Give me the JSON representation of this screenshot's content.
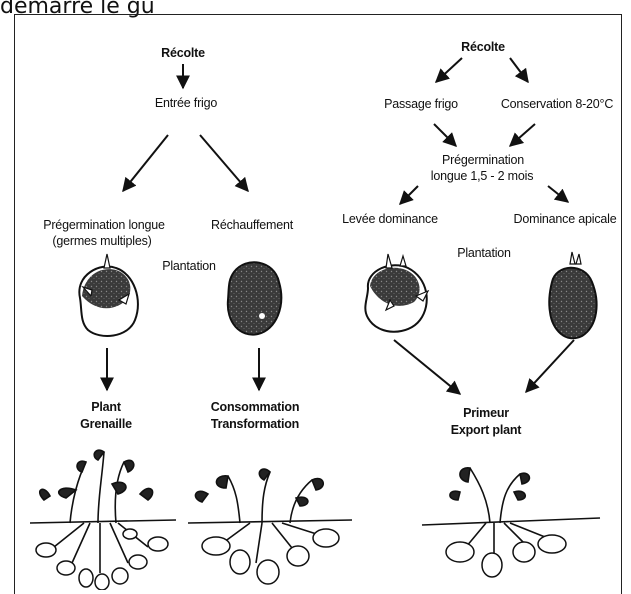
{
  "header_text": "démarre le gu",
  "left": {
    "harvest": "Récolte",
    "cold_store": "Entrée frigo",
    "long_sprout": "Prégermination longue",
    "multi_sprouts": "(germes multiples)",
    "warming": "Réchauffement",
    "planting": "Plantation",
    "seed_title": "Plant",
    "seed_sub": "Grenaille",
    "consumption": "Consommation",
    "processing": "Transformation"
  },
  "right": {
    "harvest": "Récolte",
    "cold_pass": "Passage frigo",
    "storage": "Conservation 8-20°C",
    "presprout": "Prégermination",
    "presprout_duration": "longue 1,5 - 2 mois",
    "dominance_lift": "Levée dominance",
    "apical": "Dominance apicale",
    "planting": "Plantation",
    "early": "Primeur",
    "export": "Export plant"
  },
  "colors": {
    "ink": "#111111",
    "tuber_dark": "#2b2b2b",
    "tuber_light": "#ffffff"
  }
}
